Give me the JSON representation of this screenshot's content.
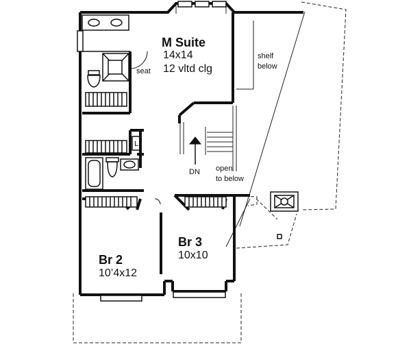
{
  "rooms": {
    "master_suite": {
      "name": "M Suite",
      "size": "14x14",
      "ceiling": "12 vltd clg"
    },
    "bedroom_2": {
      "name": "Br 2",
      "size": "10’4x12"
    },
    "bedroom_3": {
      "name": "Br 3",
      "size": "10x10"
    }
  },
  "notes": {
    "seat": "seat",
    "shelf": "shelf",
    "below": "below",
    "stair_down": "DN",
    "open": "open",
    "to_below": "to below",
    "linen": "L"
  }
}
